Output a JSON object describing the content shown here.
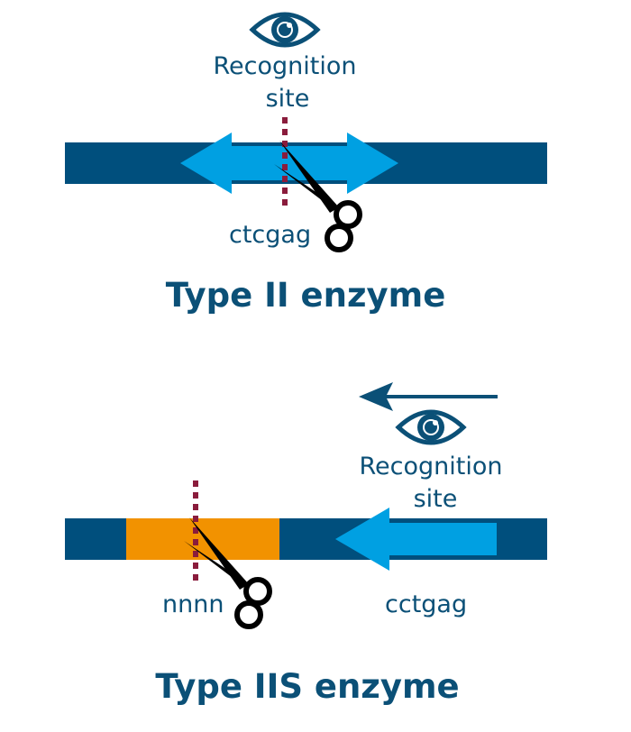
{
  "colors": {
    "strand": "#004f7d",
    "recognition_arrow": "#00a0e2",
    "gap": "#f29200",
    "cut_line": "#8a1c3c",
    "text": "#0b5077",
    "scissors": "#000000"
  },
  "type2": {
    "eye_icon": "eye-icon",
    "recognition_line1": "Recognition",
    "recognition_line2": "site",
    "sequence": "ctcgag",
    "title": "Type II enzyme"
  },
  "type2s": {
    "direction_arrow_icon": "arrow-left-icon",
    "eye_icon": "eye-icon",
    "recognition_line1": "Recognition",
    "recognition_line2": "site",
    "cut_sequence": "nnnn",
    "sequence": "cctgag",
    "title": "Type IIS enzyme"
  }
}
